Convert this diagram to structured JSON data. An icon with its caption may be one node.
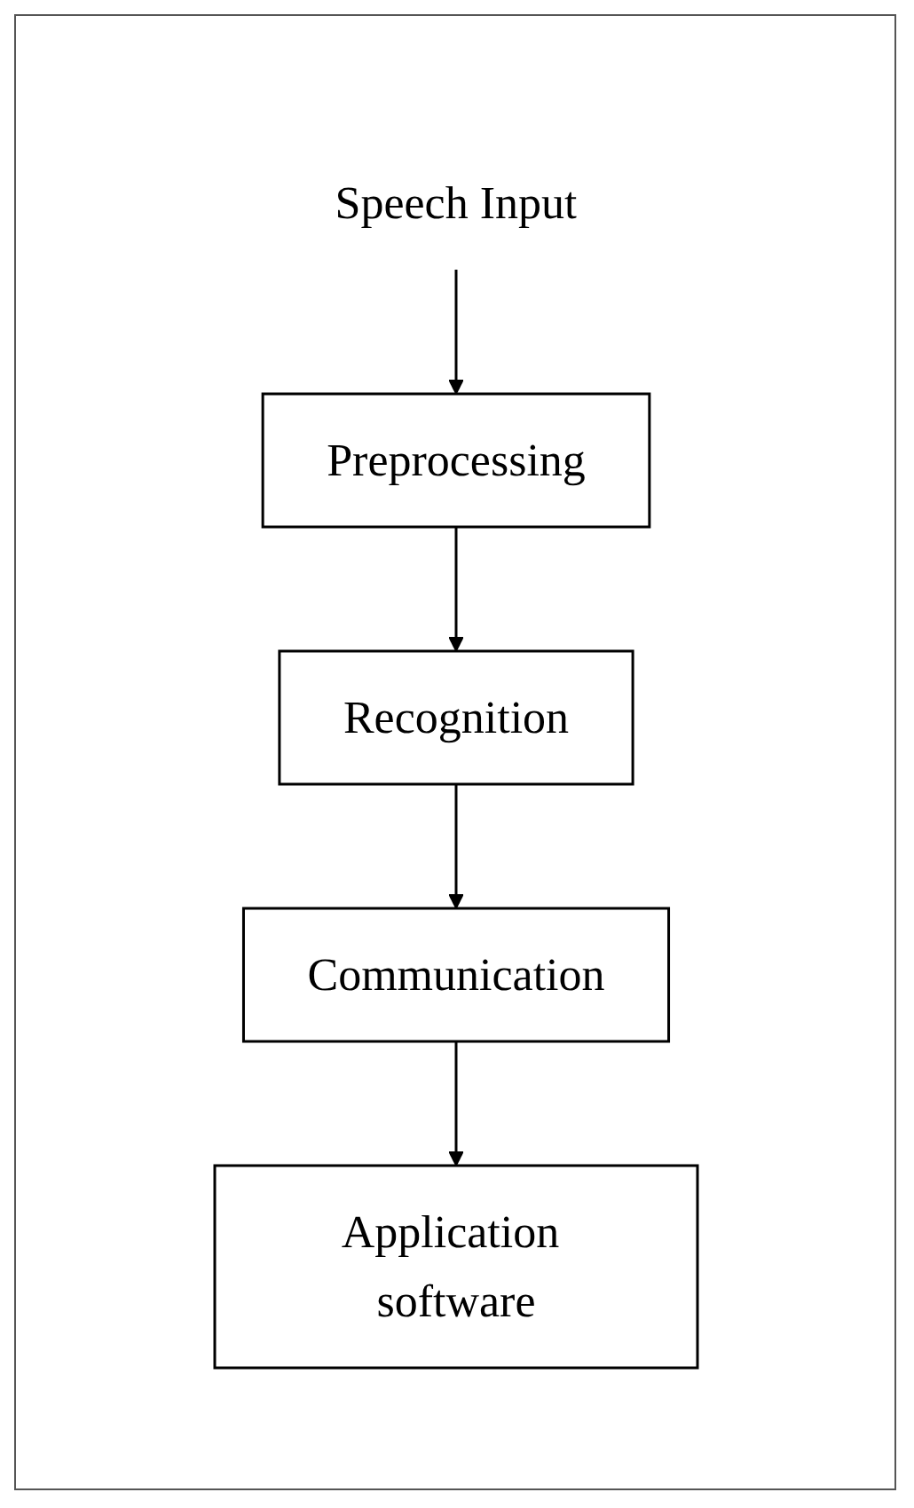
{
  "diagram": {
    "nodes": [
      {
        "text": [
          "Speech Input"
        ]
      },
      {
        "text": [
          "Preprocessing"
        ]
      },
      {
        "text": [
          "Recognition"
        ]
      },
      {
        "text": [
          "Communication"
        ]
      },
      {
        "text": [
          "Application software"
        ]
      }
    ],
    "edges": [
      {
        "from": 0,
        "to": 1,
        "arrow": "to"
      },
      {
        "from": 1,
        "to": 2,
        "arrow": "to"
      },
      {
        "from": 2,
        "to": 3,
        "arrow": "to"
      },
      {
        "from": 3,
        "to": 4,
        "arrow": "to"
      }
    ]
  }
}
